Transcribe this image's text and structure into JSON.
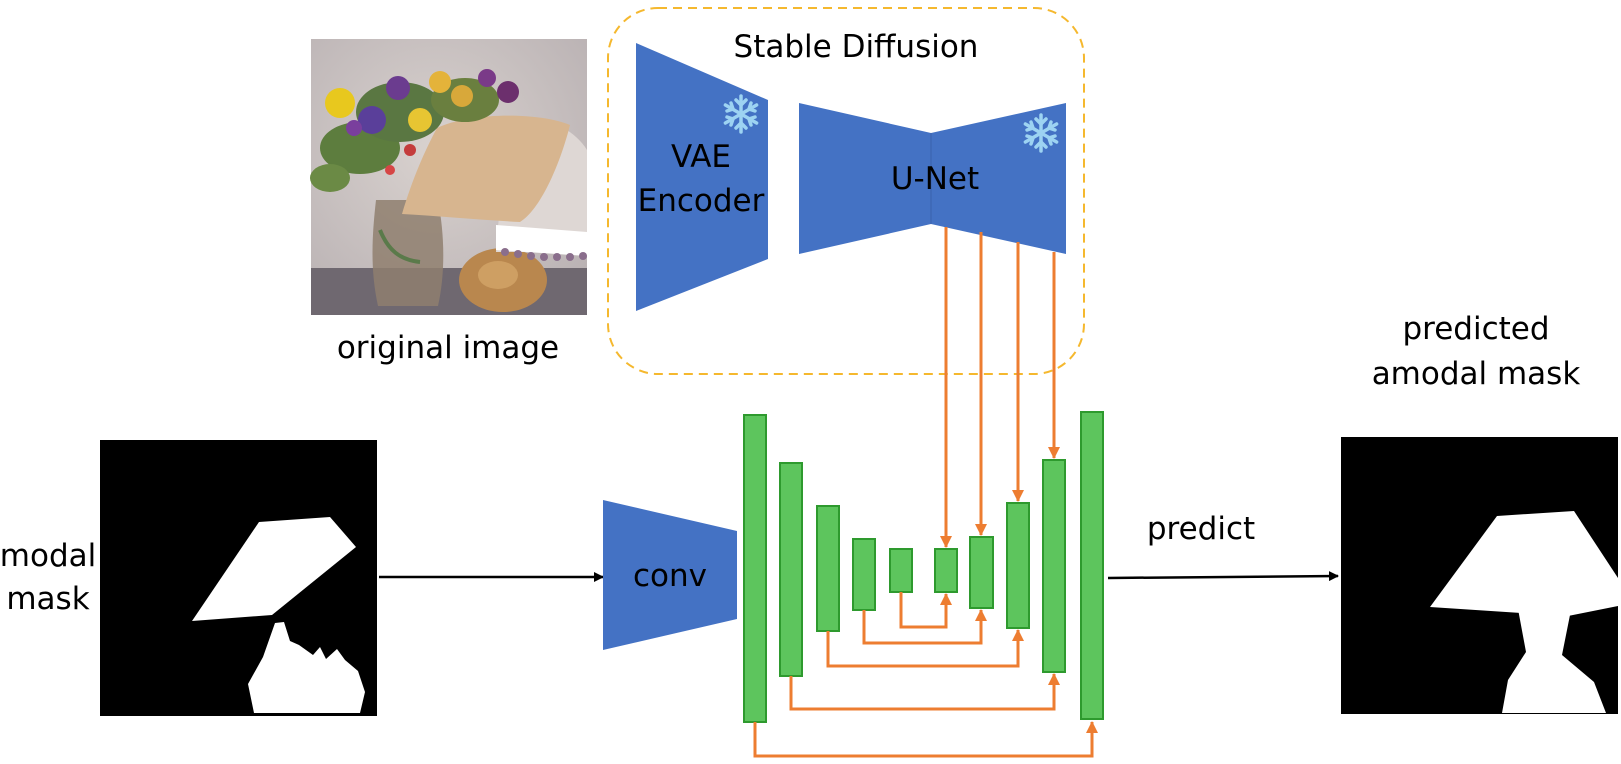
{
  "labels": {
    "stable_diffusion": "Stable Diffusion",
    "vae_line1": "VAE",
    "vae_line2": "Encoder",
    "unet": "U-Net",
    "original_image": "original image",
    "modal_line1": "modal",
    "modal_line2": "mask",
    "conv": "conv",
    "predict": "predict",
    "predicted_line1": "predicted",
    "predicted_line2": "amodal mask"
  },
  "icons": {
    "frozen": "snowflake-icon"
  },
  "colors": {
    "blue_block": "#4472C4",
    "green_block": "#5DC55D",
    "green_border": "#2E9A2E",
    "orange_arrow": "#ED7D31",
    "dashed_border": "#F5B82E",
    "snowflake": "#9DD3F2"
  }
}
